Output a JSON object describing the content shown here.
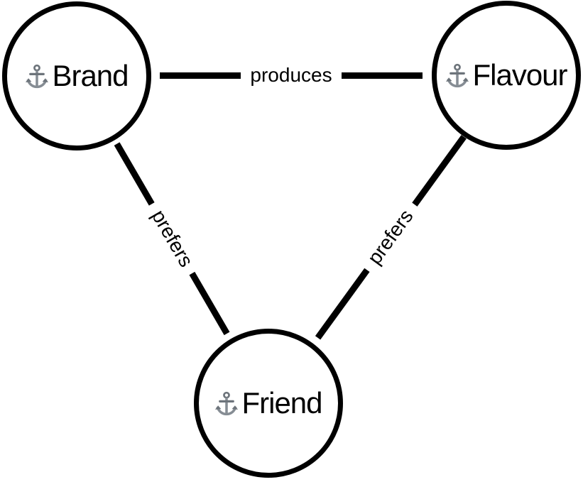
{
  "graph": {
    "background_color": "#ffffff",
    "node_border_color": "#000000",
    "node_fill_color": "#ffffff",
    "edge_color": "#000000",
    "label_color": "#000000",
    "icon_color": "#868d94",
    "nodes": [
      {
        "id": "brand",
        "label": "Brand",
        "icon": "anchor-icon"
      },
      {
        "id": "flavour",
        "label": "Flavour",
        "icon": "anchor-icon"
      },
      {
        "id": "friend",
        "label": "Friend",
        "icon": "anchor-icon"
      }
    ],
    "edges": [
      {
        "from": "Brand",
        "to": "Flavour",
        "label": "produces"
      },
      {
        "from": "Brand",
        "to": "Friend",
        "label": "prefers"
      },
      {
        "from": "Flavour",
        "to": "Friend",
        "label": "prefers"
      }
    ]
  }
}
